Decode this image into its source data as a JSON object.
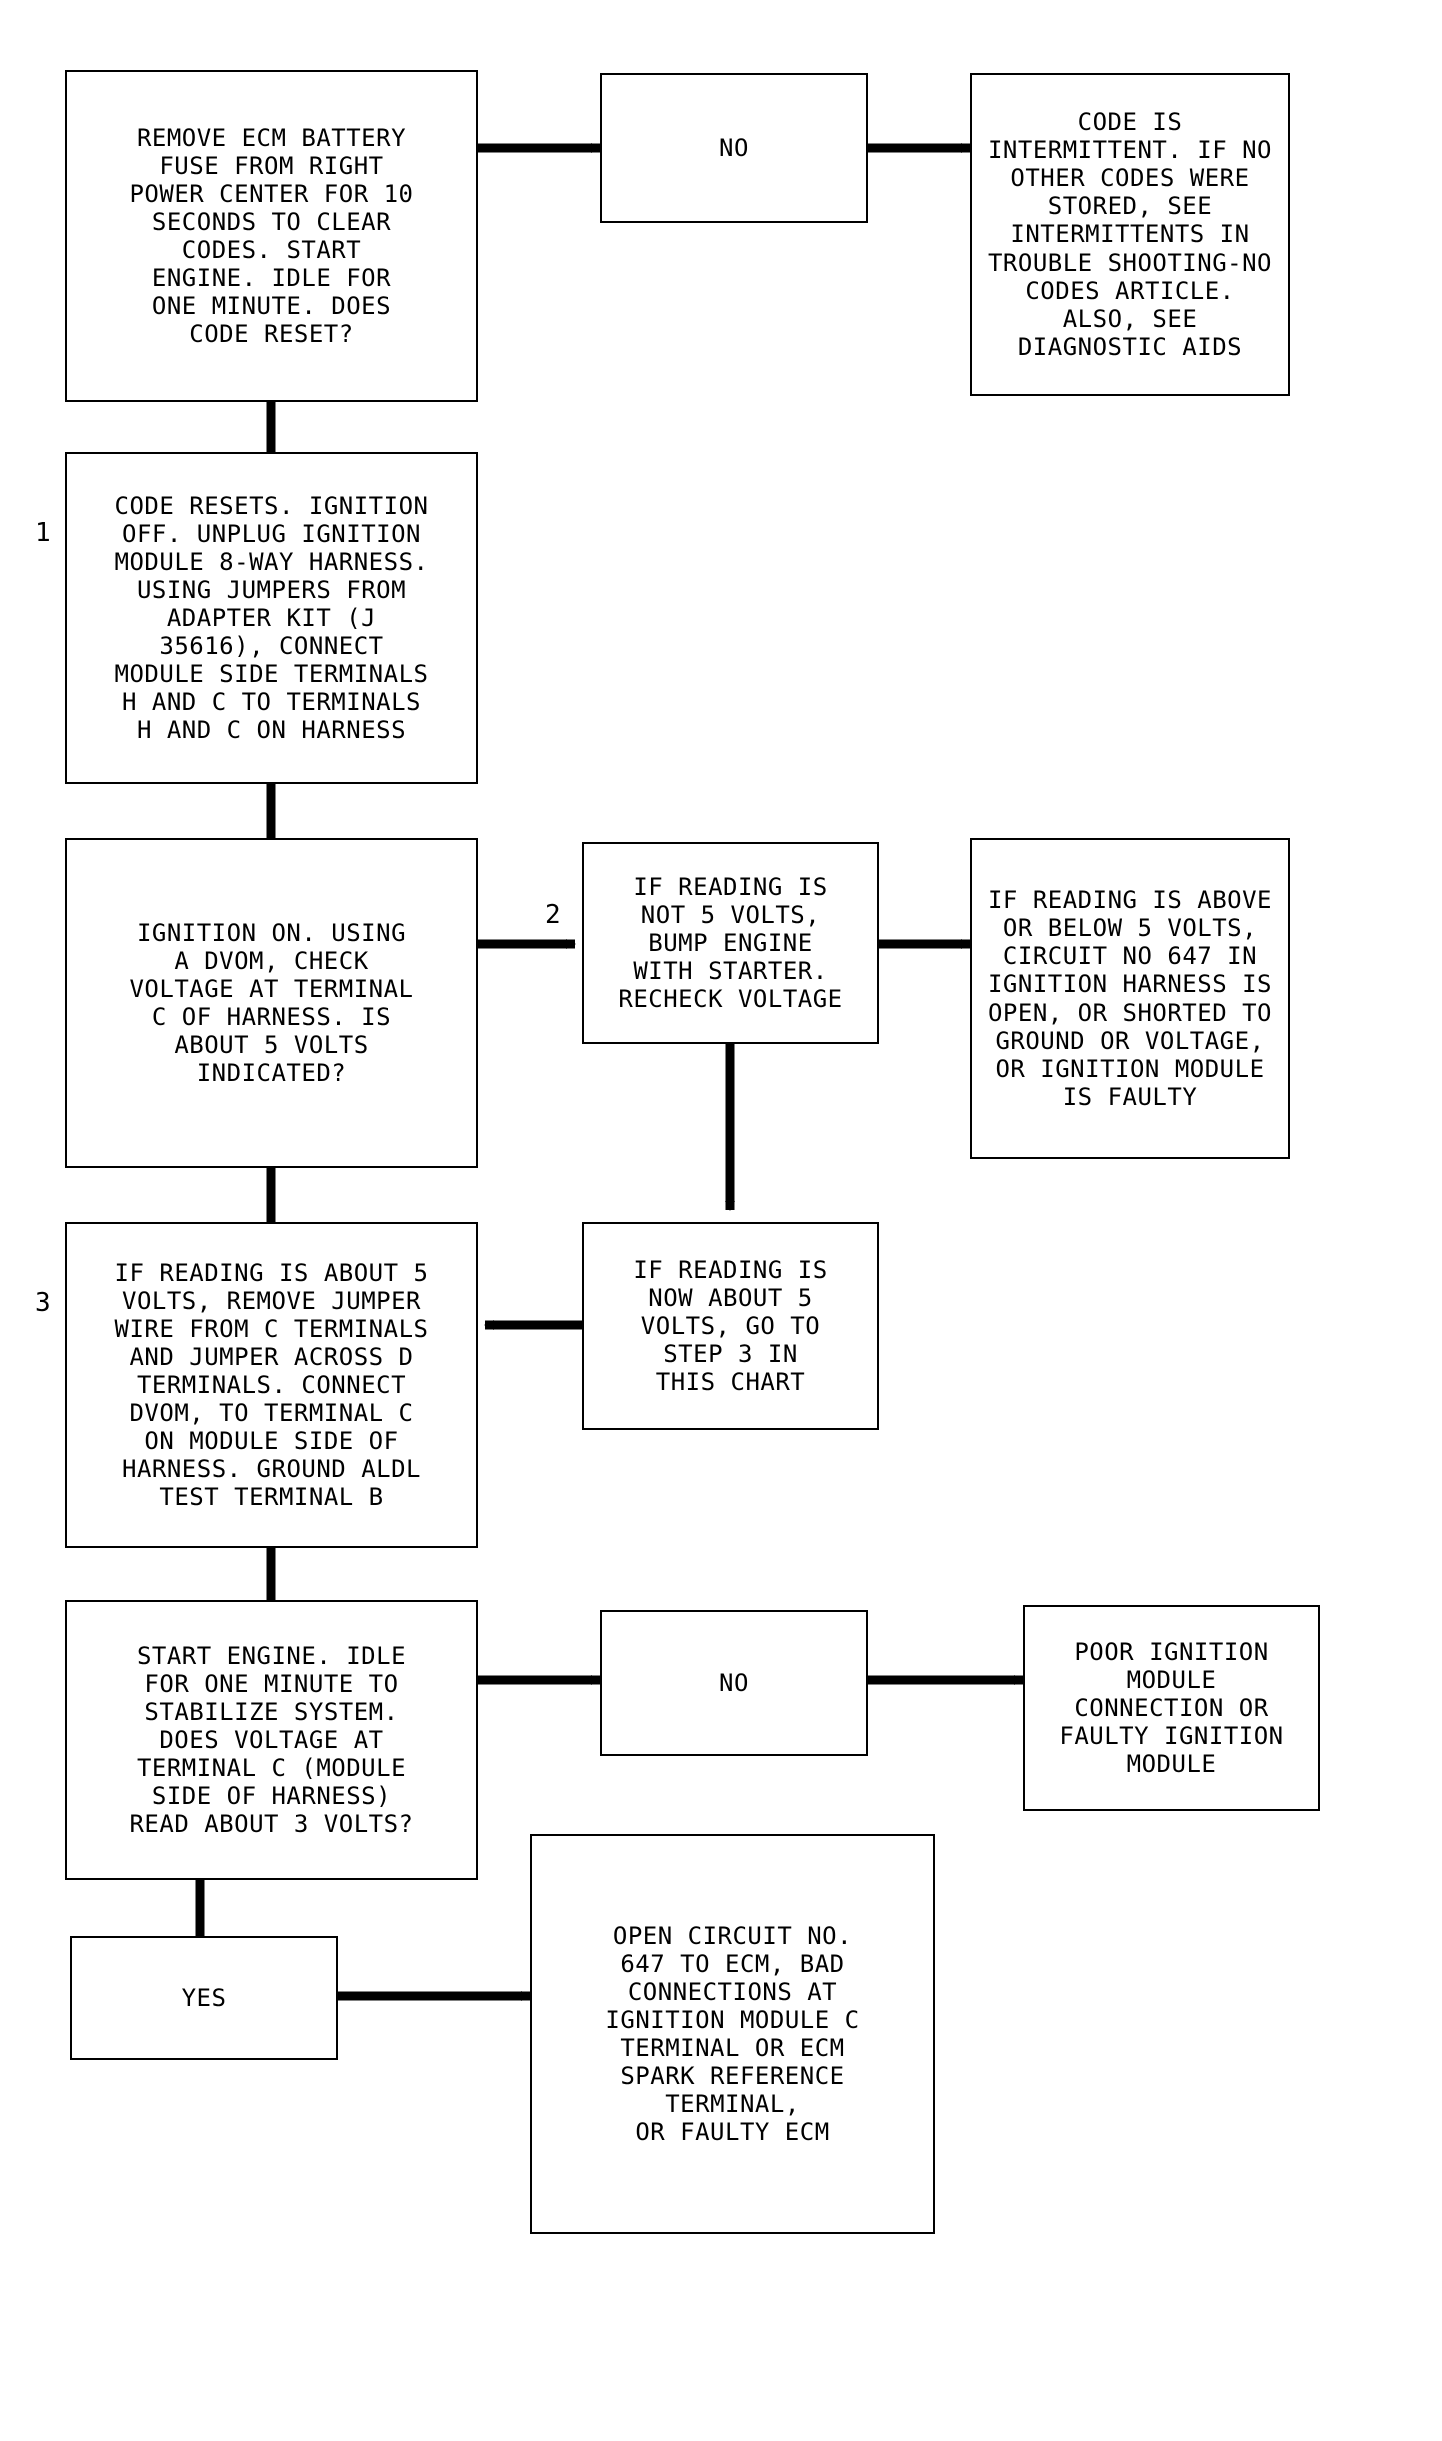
{
  "boxes": {
    "b1": "REMOVE ECM BATTERY\nFUSE FROM RIGHT\nPOWER CENTER FOR 10\nSECONDS TO CLEAR\nCODES. START\nENGINE. IDLE FOR\nONE MINUTE. DOES\nCODE RESET?",
    "b_no1": "NO",
    "b_intermittent": "CODE IS\nINTERMITTENT. IF NO\nOTHER CODES WERE\nSTORED, SEE\nINTERMITTENTS IN\nTROUBLE SHOOTING-NO\nCODES ARTICLE.\nALSO, SEE\nDIAGNOSTIC AIDS",
    "b2": "CODE RESETS. IGNITION\nOFF. UNPLUG IGNITION\nMODULE 8-WAY HARNESS.\nUSING JUMPERS FROM\nADAPTER KIT (J\n35616), CONNECT\nMODULE SIDE TERMINALS\nH AND C TO TERMINALS\nH AND C ON HARNESS",
    "b3": "IGNITION ON. USING\nA DVOM, CHECK\nVOLTAGE AT TERMINAL\nC OF HARNESS. IS\nABOUT 5 VOLTS\nINDICATED?",
    "b_not5": "IF READING IS\nNOT 5 VOLTS,\nBUMP ENGINE\nWITH STARTER.\nRECHECK VOLTAGE",
    "b_above": "IF READING IS ABOVE\nOR BELOW 5 VOLTS,\nCIRCUIT NO 647 IN\nIGNITION HARNESS IS\nOPEN, OR SHORTED TO\nGROUND OR VOLTAGE,\nOR IGNITION MODULE\nIS FAULTY",
    "b4": "IF READING IS ABOUT 5\nVOLTS, REMOVE JUMPER\nWIRE FROM C TERMINALS\nAND JUMPER ACROSS D\nTERMINALS. CONNECT\nDVOM, TO TERMINAL C\nON MODULE SIDE OF\nHARNESS. GROUND ALDL\nTEST TERMINAL B",
    "b_now5": "IF READING IS\nNOW ABOUT 5\nVOLTS, GO TO\nSTEP 3 IN\nTHIS CHART",
    "b5": "START ENGINE. IDLE\nFOR ONE MINUTE TO\nSTABILIZE SYSTEM.\nDOES VOLTAGE AT\nTERMINAL C (MODULE\nSIDE OF HARNESS)\nREAD ABOUT 3 VOLTS?",
    "b_no2": "NO",
    "b_poor": "POOR IGNITION\nMODULE\nCONNECTION OR\nFAULTY IGNITION\nMODULE",
    "b_yes": "YES",
    "b_open": "OPEN CIRCUIT NO.\n647 TO ECM, BAD\nCONNECTIONS AT\nIGNITION MODULE C\nTERMINAL OR ECM\nSPARK REFERENCE\nTERMINAL,\nOR FAULTY ECM"
  },
  "step_labels": {
    "s1": "1",
    "s2": "2",
    "s3": "3"
  }
}
